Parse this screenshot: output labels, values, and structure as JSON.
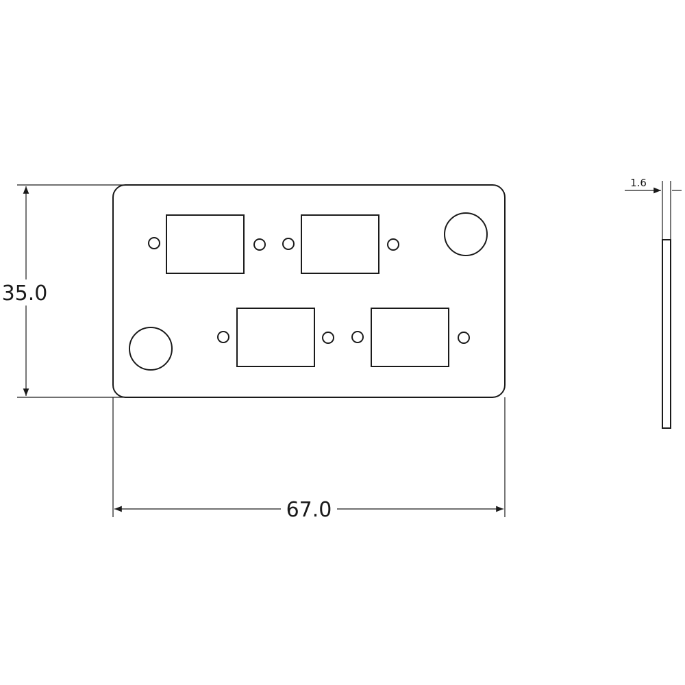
{
  "drawing": {
    "plate_height_label": "35.0",
    "plate_width_label": "67.0",
    "side_thickness_label": "1.6",
    "connector_cutouts": [
      {
        "id": 1
      },
      {
        "id": 2
      },
      {
        "id": 3
      },
      {
        "id": 4
      }
    ],
    "large_holes": [
      {
        "id": 1
      },
      {
        "id": 2
      }
    ],
    "line_color": "#1a1a1a",
    "background_color": "#ffffff"
  }
}
